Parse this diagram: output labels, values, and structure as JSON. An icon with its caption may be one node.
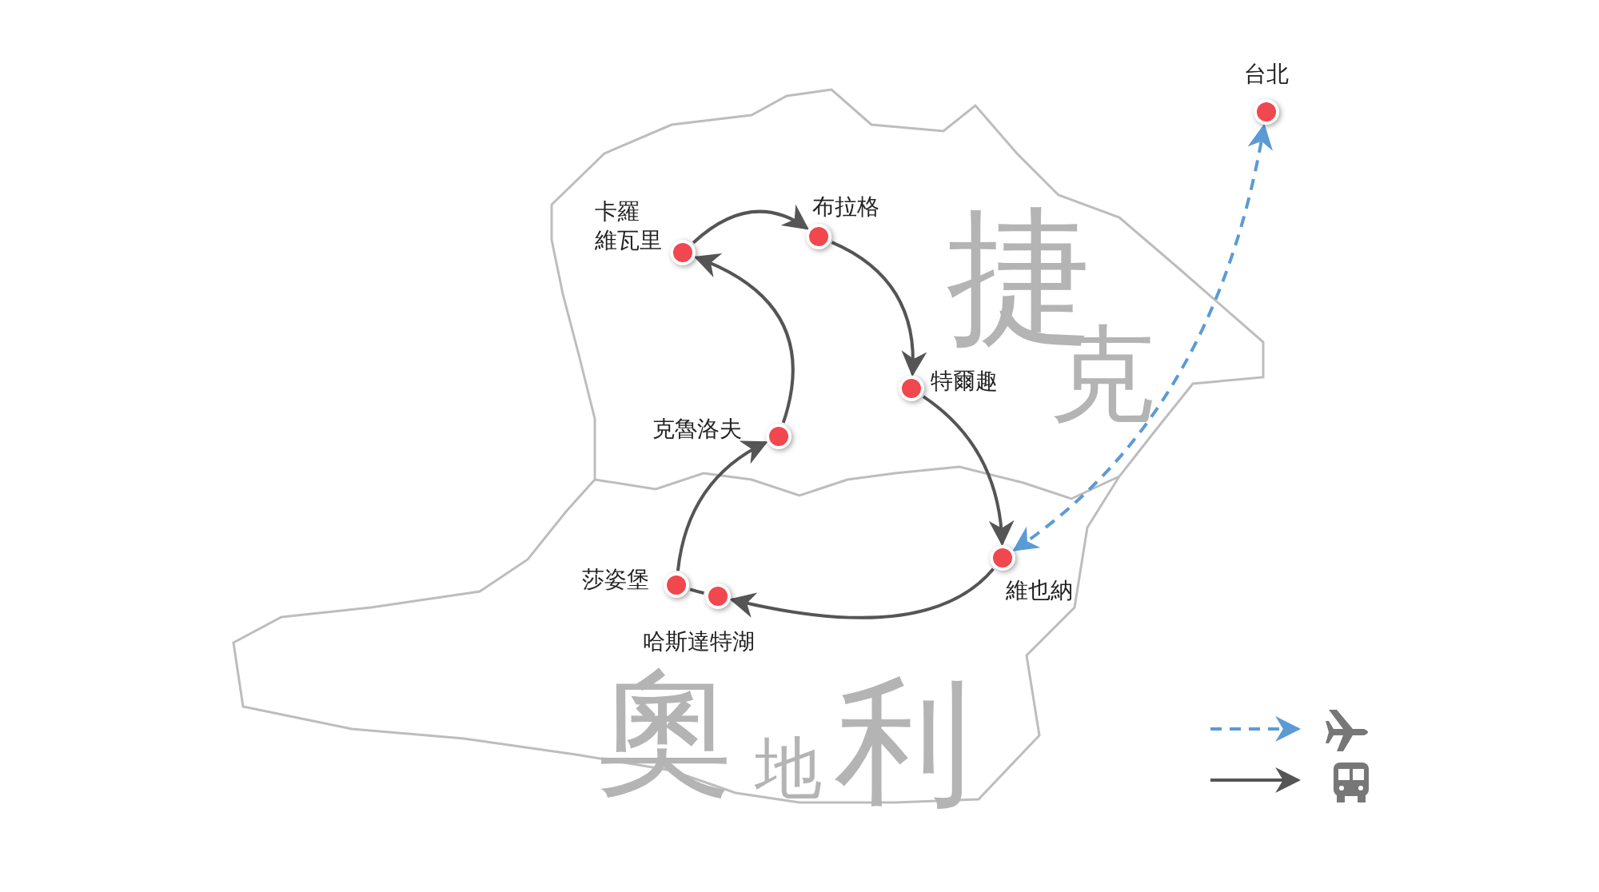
{
  "diagram": {
    "nodes": [
      {
        "text": [
          "台北"
        ]
      },
      {
        "text": [
          "卡羅維瓦里"
        ]
      },
      {
        "text": [
          "布拉格"
        ]
      },
      {
        "text": [
          "特爾趣"
        ]
      },
      {
        "text": [
          "克魯洛夫"
        ]
      },
      {
        "text": [
          "維也納"
        ]
      },
      {
        "text": [
          "莎姿堡"
        ]
      },
      {
        "text": [
          "哈斯達特湖"
        ]
      }
    ],
    "edges": [
      {
        "from": 1,
        "to": 2,
        "arrow": "to"
      },
      {
        "from": 2,
        "to": 3,
        "arrow": "to"
      },
      {
        "from": 3,
        "to": 5,
        "arrow": "to"
      },
      {
        "from": 5,
        "to": 7,
        "arrow": "to"
      },
      {
        "from": 6,
        "to": 7,
        "arrow": "none"
      },
      {
        "from": 6,
        "to": 4,
        "arrow": "to"
      },
      {
        "from": 4,
        "to": 1,
        "arrow": "to"
      },
      {
        "from": 5,
        "to": 0,
        "arrow": "both",
        "style": "dashed",
        "color": "#5b9bd5"
      }
    ],
    "labels": [
      "捷克",
      "奧地利"
    ]
  }
}
